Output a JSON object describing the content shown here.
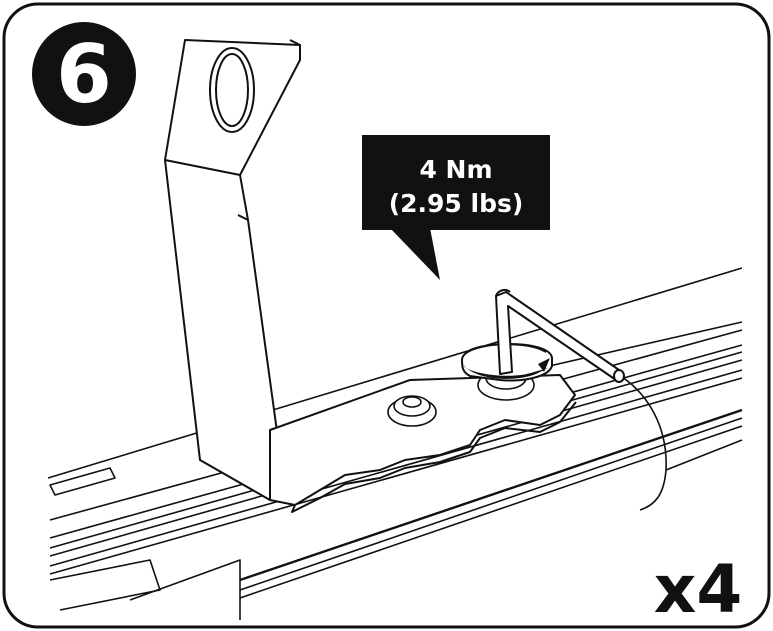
{
  "step": {
    "number": "6"
  },
  "torque": {
    "line1": "4 Nm",
    "line2": "(2.95 lbs)"
  },
  "quantity": {
    "label": "x4"
  },
  "colors": {
    "ink": "#111111",
    "paper": "#ffffff",
    "callout_bg": "#111111",
    "callout_text": "#ffffff"
  },
  "icons": [
    "step-number-badge",
    "torque-callout",
    "hex-key-tool",
    "rotation-arrow-icon"
  ]
}
